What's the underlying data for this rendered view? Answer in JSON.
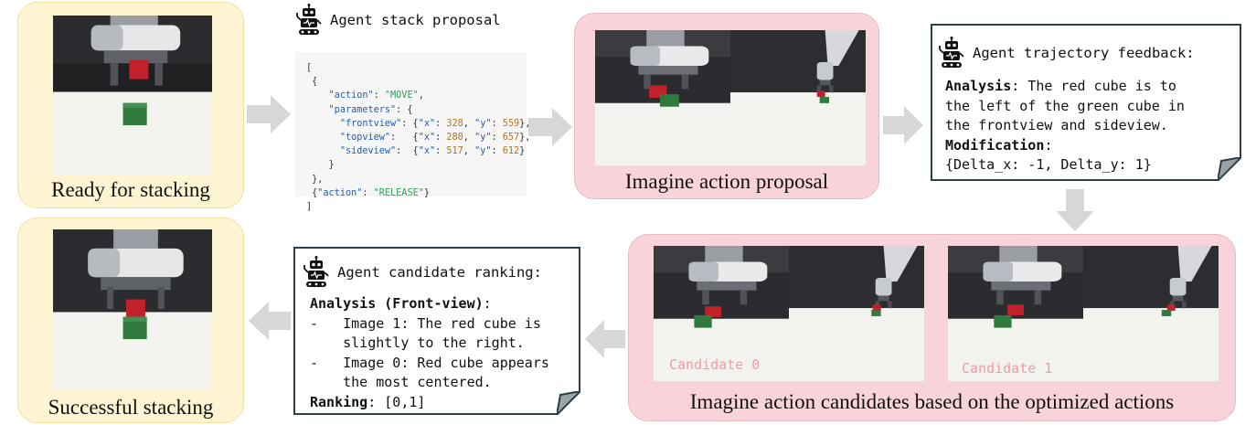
{
  "colors": {
    "yellow_panel": "#fff5d2",
    "pink_panel": "#f8d3d9",
    "arrow": "#d7d7d7",
    "card_border": "#2c3e45",
    "candidate_label": "#ef9ca8"
  },
  "icons": {
    "agent": "robot-icon",
    "arrows": "block-arrow-icon"
  },
  "ready": {
    "caption": "Ready for stacking"
  },
  "success": {
    "caption": "Successful stacking"
  },
  "proposal": {
    "title": "Agent stack proposal",
    "code": {
      "open": "[",
      "obj_open": "{",
      "action_key": "\"action\"",
      "action_move": "\"MOVE\"",
      "params_key": "\"parameters\"",
      "frontview_key": "\"frontview\"",
      "topview_key": "\"topview\"",
      "sideview_key": "\"sideview\"",
      "x_key": "\"x\"",
      "y_key": "\"y\"",
      "front_x": "328",
      "front_y": "559",
      "top_x": "280",
      "top_y": "657",
      "side_x": "517",
      "side_y": "612",
      "params_close": "}",
      "obj_close": "},",
      "release": "\"RELEASE\"",
      "close": "]"
    }
  },
  "imagine": {
    "caption": "Imagine action proposal"
  },
  "feedback": {
    "title": "Agent trajectory feedback:",
    "analysis_label": "Analysis",
    "analysis_l1": ": The red cube is to",
    "analysis_l2": "the left of the green cube in",
    "analysis_l3": "the frontview and sideview.",
    "modification_label": "Modification",
    "modification_colon": ":",
    "modification_value": "{Delta_x: -1, Delta_y: 1}"
  },
  "candidates": {
    "caption": "Imagine action candidates based on the optimized actions",
    "label_0": "Candidate 0",
    "label_1": "Candidate 1"
  },
  "ranking": {
    "title": "Agent candidate ranking:",
    "analysis_label": "Analysis (Front-view)",
    "analysis_colon": ":",
    "dash": "-",
    "item1_l1": "Image 1: The red cube is",
    "item1_l2": "slightly to the right.",
    "item2_l1": "Image 0: Red cube appears",
    "item2_l2": "the most centered.",
    "ranking_label": "Ranking",
    "ranking_value": ": [0,1]"
  }
}
